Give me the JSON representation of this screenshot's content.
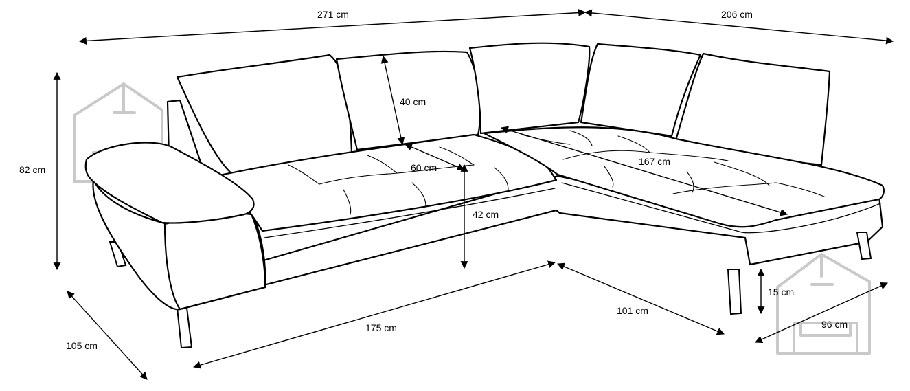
{
  "dimensions": {
    "total_width": "271 cm",
    "side_width": "206 cm",
    "total_height": "82 cm",
    "cushion_height": "40 cm",
    "seat_depth": "60 cm",
    "ottoman_length": "167 cm",
    "seat_height": "42 cm",
    "front_length": "175 cm",
    "side_length": "101 cm",
    "depth_left": "105 cm",
    "depth_right": "96 cm",
    "leg_height": "15 cm"
  },
  "watermark_icon": "house-sofa-icon"
}
